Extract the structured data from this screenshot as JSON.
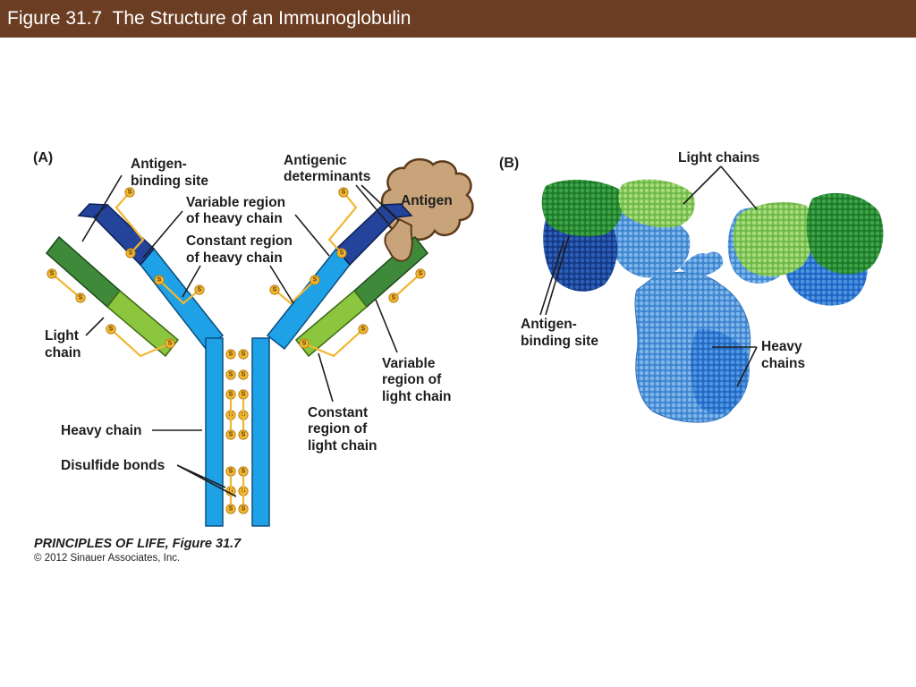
{
  "header": {
    "title": "Figure 31.7  The Structure of an Immunoglobulin"
  },
  "colors": {
    "header_bg": "#6b3d22",
    "heavy_constant": "#1ea1e6",
    "heavy_variable": "#23449a",
    "light_variable": "#3e8a3a",
    "light_constant": "#8cc63f",
    "disulfide": "#f2b632",
    "antigen": "#c9a47a"
  },
  "panel_a": {
    "label": "(A)",
    "labels": {
      "antigen_binding_site": [
        "Antigen-",
        "binding site"
      ],
      "variable_heavy": [
        "Variable region",
        "of heavy chain"
      ],
      "constant_heavy": [
        "Constant region",
        "of heavy chain"
      ],
      "antigenic_determinants": [
        "Antigenic",
        "determinants"
      ],
      "antigen": "Antigen",
      "light_chain": [
        "Light",
        "chain"
      ],
      "variable_light": [
        "Variable",
        "region of",
        "light chain"
      ],
      "constant_light": [
        "Constant",
        "region of",
        "light chain"
      ],
      "heavy_chain": "Heavy chain",
      "disulfide_bonds": "Disulfide bonds"
    },
    "bond_letter": "S"
  },
  "panel_b": {
    "label": "(B)",
    "labels": {
      "light_chains": "Light chains",
      "antigen_binding_site": [
        "Antigen-",
        "binding site"
      ],
      "heavy_chains": [
        "Heavy",
        "chains"
      ]
    }
  },
  "credit": {
    "book": "PRINCIPLES OF LIFE, Figure 31.7",
    "copyright": "© 2012 Sinauer Associates, Inc."
  }
}
